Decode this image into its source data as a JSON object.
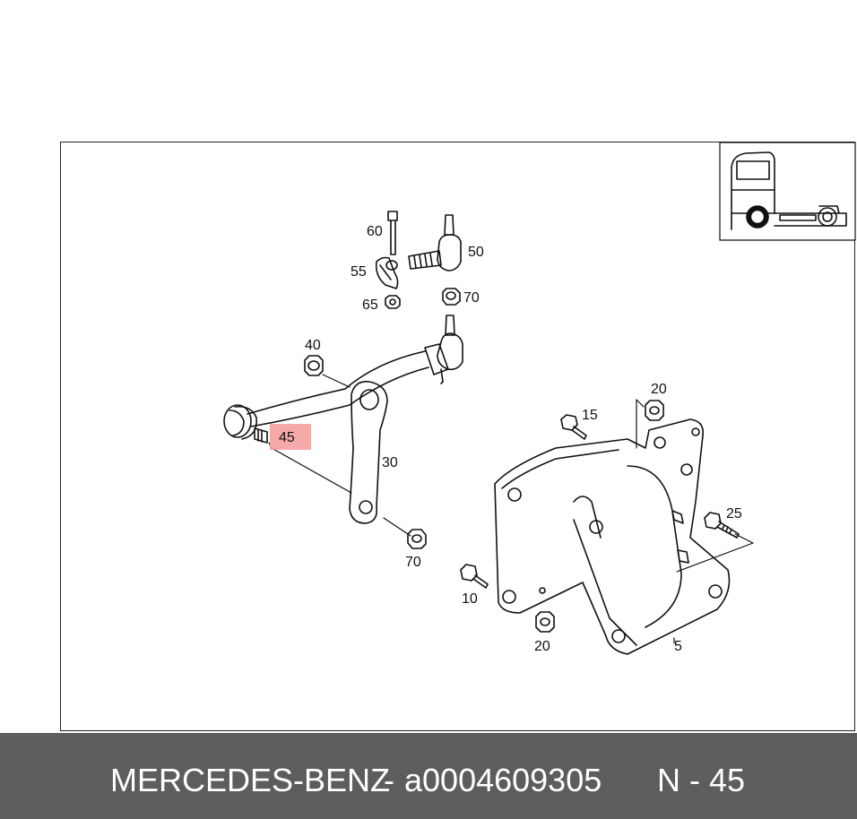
{
  "diagram": {
    "highlight_color": "#f4a0a0",
    "callouts": {
      "c60": "60",
      "c50": "50",
      "c55": "55",
      "c70a": "70",
      "c65": "65",
      "c40": "40",
      "c45": "45",
      "c30": "30",
      "c70b": "70",
      "c20a": "20",
      "c15": "15",
      "c25": "25",
      "c10": "10",
      "c20b": "20",
      "c5": "5"
    }
  },
  "footer": {
    "brand": "MERCEDES-BENZ",
    "separator": "-",
    "part_number": "a0004609305",
    "position": "N - 45",
    "background_color": "#5d5d5d"
  }
}
